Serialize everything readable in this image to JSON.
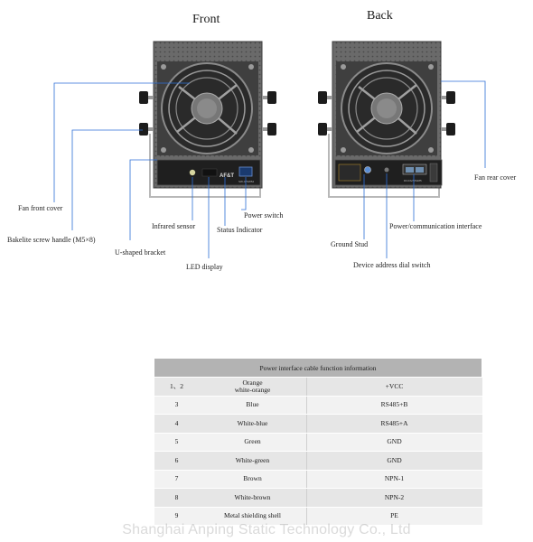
{
  "headings": {
    "front": "Front",
    "back": "Back"
  },
  "front_labels": {
    "fan_front_cover": "Fan front cover",
    "bakelite_handle": "Bakelite screw handle (M5×8)",
    "u_bracket": "U-shaped bracket",
    "infrared_sensor": "Infrared sensor",
    "led_display": "LED display",
    "status_indicator": "Status Indicator",
    "power_switch": "Power switch"
  },
  "back_labels": {
    "fan_rear_cover": "Fan rear cover",
    "ground_stud": "Ground Stud",
    "device_dial": "Device address dial switch",
    "power_interface": "Power/communication interface"
  },
  "panel_text": {
    "front_brand": "AF&T",
    "front_switch_caption": "SW-G/SW52",
    "back_interface_caption": "DC24V/RS485"
  },
  "table": {
    "title": "Power interface cable function information",
    "rows": [
      {
        "pin": "1、2",
        "color_line1": "Orange",
        "color_line2": "white-orange",
        "function": "+VCC"
      },
      {
        "pin": "3",
        "color_line1": "Blue",
        "color_line2": "",
        "function": "RS485+B"
      },
      {
        "pin": "4",
        "color_line1": "White-blue",
        "color_line2": "",
        "function": "RS485+A"
      },
      {
        "pin": "5",
        "color_line1": "Green",
        "color_line2": "",
        "function": "GND"
      },
      {
        "pin": "6",
        "color_line1": "White-green",
        "color_line2": "",
        "function": "GND"
      },
      {
        "pin": "7",
        "color_line1": "Brown",
        "color_line2": "",
        "function": "NPN-1"
      },
      {
        "pin": "8",
        "color_line1": "White-brown",
        "color_line2": "",
        "function": "NPN-2"
      },
      {
        "pin": "9",
        "color_line1": "Metal shielding shell",
        "color_line2": "",
        "function": "PE"
      }
    ]
  },
  "watermark": "Shanghai Anping Static Technology Co., Ltd",
  "colors": {
    "line": "#2c6fd6",
    "housing": "#5e5e5e",
    "panel": "#1f1f1f",
    "table_header": "#b3b3b3"
  }
}
